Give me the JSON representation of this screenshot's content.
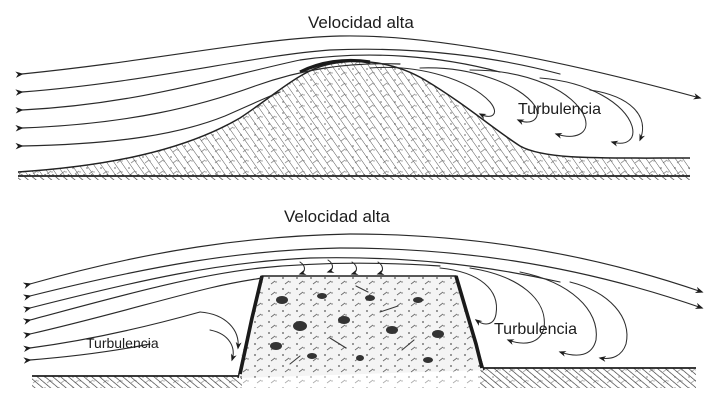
{
  "diagram": {
    "top_panel": {
      "high_velocity_label": "Velocidad alta",
      "turbulence_label": "Turbulencia"
    },
    "bottom_panel": {
      "high_velocity_label": "Velocidad alta",
      "turbulence_left_label": "Turbulencia",
      "turbulence_right_label": "Turbulencia"
    }
  },
  "colors": {
    "background": "#ffffff",
    "ink": "#1c1c1c"
  }
}
